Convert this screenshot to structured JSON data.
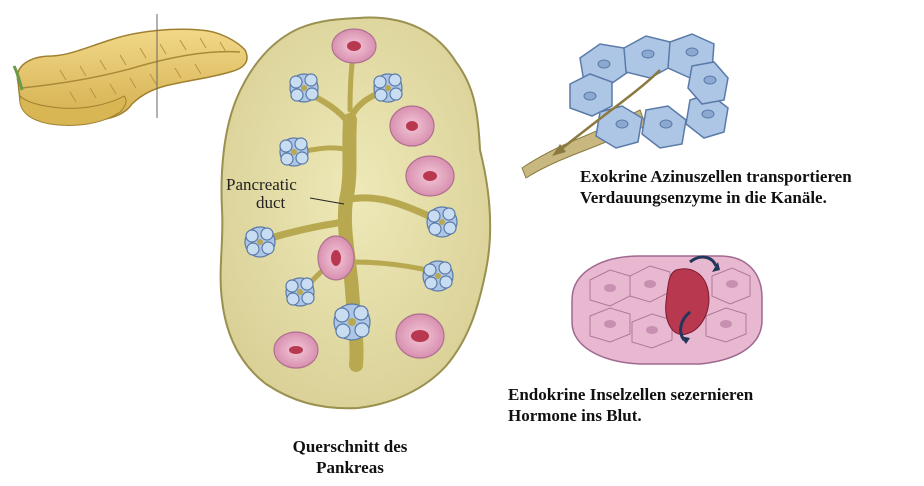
{
  "diagram": {
    "duct_label_line1": "Pancreatic",
    "duct_label_line2": "duct",
    "caption_exocrine_line1": "Exokrine Azinuszellen transportieren",
    "caption_exocrine_line2": "Verdauungsenzyme in die Kanäle.",
    "caption_endocrine_line1": "Endokrine Inselzellen sezernieren",
    "caption_endocrine_line2": "Hormone ins Blut.",
    "caption_section_line1": "Querschnitt des",
    "caption_section_line2": "Pankreas"
  },
  "colors": {
    "gland_fill": "#e8e2a8",
    "gland_outline": "#9a9050",
    "duct": "#b8a850",
    "acinus_blue": "#aec6e6",
    "islet_pink": "#e8b0c8",
    "islet_core": "#b83850",
    "pancreas_organ": "#e6c864"
  }
}
